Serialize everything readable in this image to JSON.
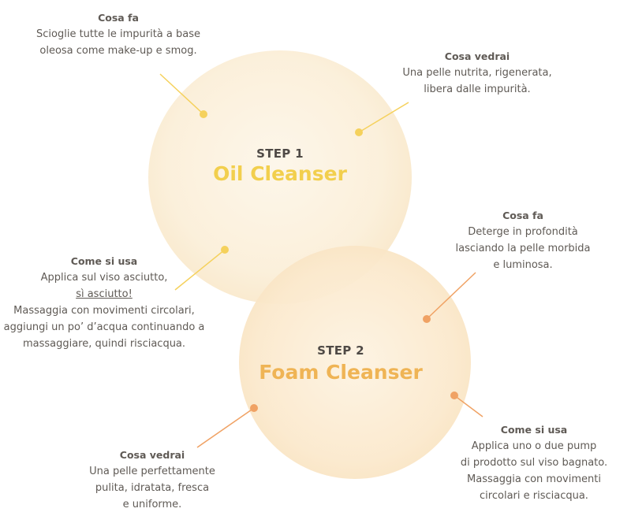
{
  "steps": [
    {
      "label": "STEP 1",
      "title": "Oil Cleanser",
      "color": "#f2cf4d"
    },
    {
      "label": "STEP 2",
      "title": "Foam Cleanser",
      "color": "#efb455"
    }
  ],
  "notes": {
    "oil_cosa_fa": {
      "heading": "Cosa fa",
      "lines": [
        "Scioglie tutte le impurità a base",
        "oleosa come make-up e smog."
      ]
    },
    "oil_cosa_vedrai": {
      "heading": "Cosa vedrai",
      "lines": [
        "Una pelle nutrita, rigenerata,",
        "libera dalle impurità."
      ]
    },
    "oil_come_si_usa": {
      "heading": "Come si usa",
      "line1": "Applica sul viso asciutto,",
      "underlined": "sì asciutto!",
      "lines": [
        "Massaggia con movimenti circolari,",
        "aggiungi un po’ d’acqua continuando a",
        "massaggiare, quindi risciacqua."
      ]
    },
    "foam_cosa_fa": {
      "heading": "Cosa fa",
      "lines": [
        "Deterge in profondità",
        "lasciando la pelle morbida",
        "e luminosa."
      ]
    },
    "foam_come_si_usa": {
      "heading": "Come si usa",
      "lines": [
        "Applica uno o due pump",
        "di prodotto sul viso bagnato.",
        "Massaggia con movimenti",
        "circolari e risciacqua."
      ]
    },
    "foam_cosa_vedrai": {
      "heading": "Cosa vedrai",
      "lines": [
        "Una pelle perfettamente",
        "pulita, idratata, fresca",
        "e uniforme."
      ]
    }
  },
  "colors": {
    "yellow_accent": "#f5d15c",
    "orange_accent": "#f0a264",
    "text": "#5f5a55"
  }
}
